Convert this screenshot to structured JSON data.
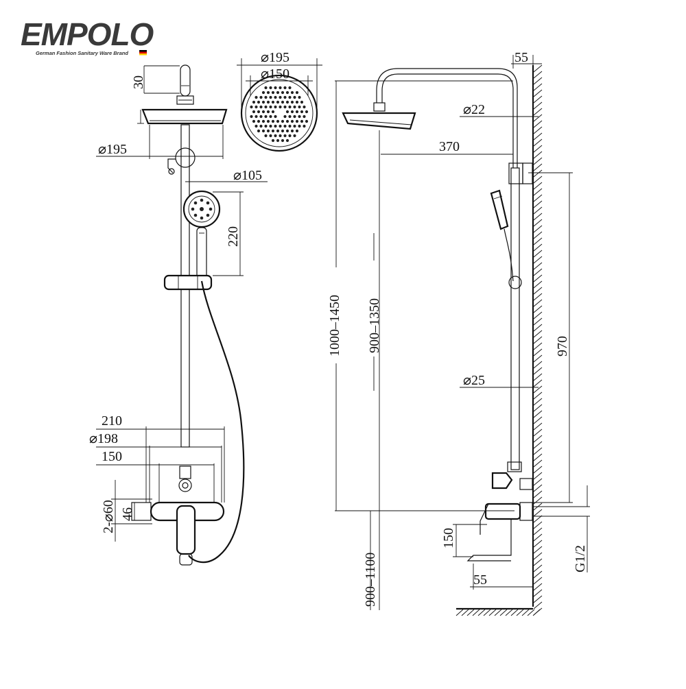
{
  "brand": {
    "name": "EMPOLO",
    "tagline": "German Fashion Sanitary Ware Brand",
    "flag_colors": [
      "#000000",
      "#dd0000",
      "#ffce00"
    ]
  },
  "front_view": {
    "top_pin": "30",
    "head_diameter": "⌀195",
    "hand_shower_diameter": "⌀105",
    "hand_shower_length": "220",
    "mixer_width": "210",
    "mixer_body": "⌀198",
    "mixer_center": "150",
    "inlet_caps": "2-⌀60",
    "inlet_height": "46"
  },
  "head_top_view": {
    "outer_diameter": "⌀195",
    "face_diameter": "⌀150"
  },
  "side_view": {
    "wall_gap": "55",
    "arm_tube": "⌀22",
    "arm_reach": "370",
    "total_height": "1000–1450",
    "head_height": "900–1350",
    "riser_length": "970",
    "riser_tube": "⌀25",
    "spout_drop": "150",
    "spout_offset": "55",
    "mixer_height": "900–1100",
    "thread": "G1/2"
  }
}
